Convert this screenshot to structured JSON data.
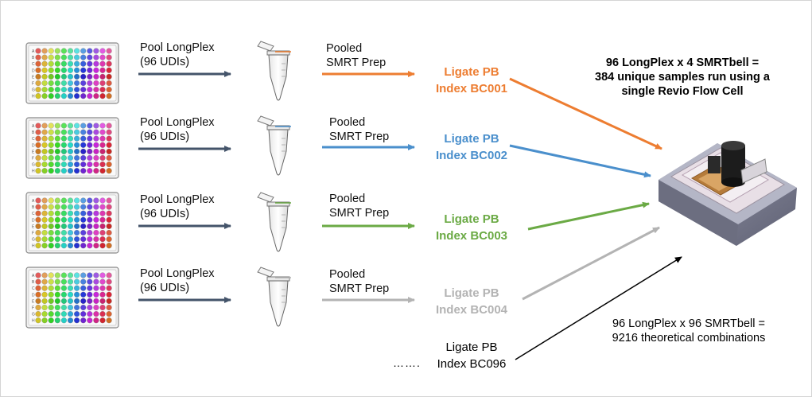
{
  "rows": [
    {
      "pool_line1": "Pool LongPlex",
      "pool_line2": "(96 UDIs)",
      "prep_line1": "Pooled",
      "prep_line2": "SMRT Prep",
      "ligate_line1": "Ligate PB",
      "ligate_line2": "Index BC001",
      "color": "#ED7D31"
    },
    {
      "pool_line1": "Pool LongPlex",
      "pool_line2": "(96 UDIs)",
      "prep_line1": "Pooled",
      "prep_line2": "SMRT Prep",
      "ligate_line1": "Ligate PB",
      "ligate_line2": "Index BC002",
      "color": "#4A8FCC"
    },
    {
      "pool_line1": "Pool LongPlex",
      "pool_line2": "(96 UDIs)",
      "prep_line1": "Pooled",
      "prep_line2": "SMRT Prep",
      "ligate_line1": "Ligate PB",
      "ligate_line2": "Index BC003",
      "color": "#6BAA45"
    },
    {
      "pool_line1": "Pool LongPlex",
      "pool_line2": "(96 UDIs)",
      "prep_line1": "Pooled",
      "prep_line2": "SMRT Prep",
      "ligate_line1": "Ligate PB",
      "ligate_line2": "Index BC004",
      "color": "#B3B3B3"
    }
  ],
  "extra_index": {
    "line1": "Ligate PB",
    "line2": "Index BC096",
    "dots": "……."
  },
  "summary": {
    "line1": "96 LongPlex x 4 SMRTbell =",
    "line2": "384 unique samples run using a",
    "line3": "single Revio Flow Cell"
  },
  "theoretical": {
    "line1": "96 LongPlex x 96 SMRTbell =",
    "line2": "9216 theoretical combinations"
  },
  "plate_row_letters": [
    "A",
    "B",
    "C",
    "D",
    "E",
    "F",
    "G",
    "H"
  ],
  "colors": {
    "pool_arrow": "#44546A",
    "theoretical_arrow": "#000000"
  }
}
